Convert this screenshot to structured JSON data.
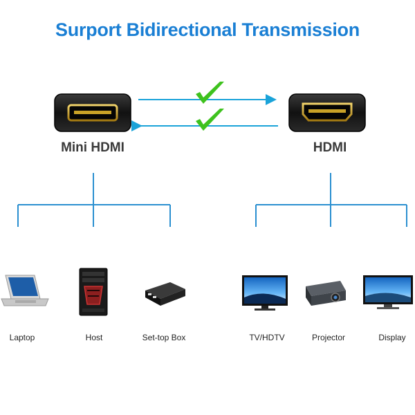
{
  "title": "Surport Bidirectional Transmission",
  "ports": {
    "left": {
      "label": "Mini HDMI",
      "icon": "mini-hdmi-port-icon"
    },
    "right": {
      "label": "HDMI",
      "icon": "hdmi-port-icon"
    }
  },
  "arrows": {
    "check_icon": "green-check-icon",
    "color": "#1aa3d9",
    "check_color": "#3ec21e"
  },
  "colors": {
    "title": "#1a7fd4",
    "tree_lines": "#2a8fd0",
    "port_body": "#1b1b1b",
    "gold": "#c9a227"
  },
  "left_devices": [
    {
      "label": "Laptop",
      "icon": "laptop-icon"
    },
    {
      "label": "Host",
      "icon": "desktop-tower-icon"
    },
    {
      "label": "Set-top Box",
      "icon": "set-top-box-icon"
    }
  ],
  "right_devices": [
    {
      "label": "TV/HDTV",
      "icon": "tv-icon"
    },
    {
      "label": "Projector",
      "icon": "projector-icon"
    },
    {
      "label": "Display",
      "icon": "monitor-icon"
    }
  ]
}
